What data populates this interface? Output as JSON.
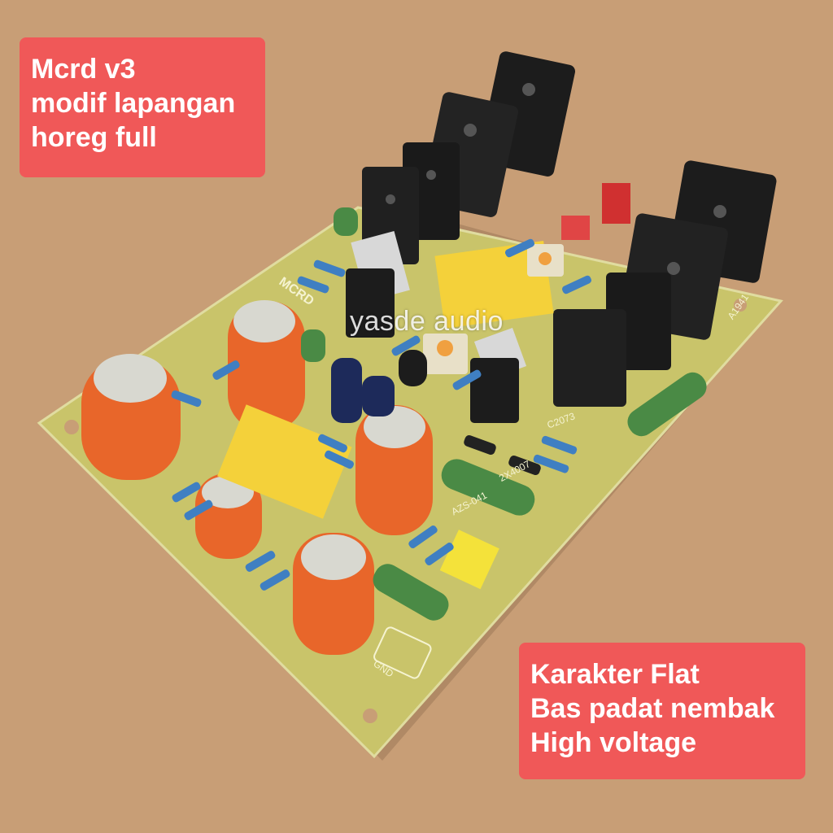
{
  "overlay": {
    "top_label": [
      "Mcrd v3",
      "modif lapangan",
      "horeg full"
    ],
    "bottom_label": [
      "Karakter Flat",
      "Bas padat nembak",
      "High voltage"
    ],
    "watermark": "yasde audio"
  },
  "board_markings": {
    "model": "MCRD",
    "transistor_a": "C2073",
    "transistor_b": "A1941",
    "diode": "2X4007",
    "resistor": "AZS-041",
    "ground": "GND"
  },
  "colors": {
    "background": "#c89e76",
    "pcb": "#c9c46a",
    "label_box": "#f05858",
    "capacitor": "#e8662a",
    "film_cap": "#f4d13a",
    "transistor": "#1c1c1c"
  }
}
